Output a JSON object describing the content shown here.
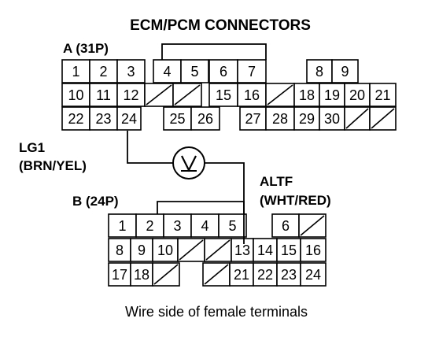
{
  "title": "ECM/PCM CONNECTORS",
  "caption": "Wire side of female terminals",
  "connector_a": {
    "label": "A (31P)",
    "rows": [
      [
        "1",
        "2",
        "3",
        "4",
        "5",
        "6",
        "7",
        "",
        "8",
        "9"
      ],
      [
        "10",
        "11",
        "12",
        "/",
        "/",
        "15",
        "16",
        "/",
        "18",
        "19",
        "20",
        "21"
      ],
      [
        "22",
        "23",
        "24",
        "",
        "25",
        "26",
        "",
        "27",
        "28",
        "29",
        "30",
        "/"
      ]
    ]
  },
  "connector_b": {
    "label": "B (24P)",
    "rows": [
      [
        "1",
        "2",
        "3",
        "4",
        "5",
        "",
        "6",
        "/"
      ],
      [
        "8",
        "9",
        "10",
        "/",
        "/",
        "13",
        "14",
        "15",
        "16"
      ],
      [
        "17",
        "18",
        "/",
        "",
        "/",
        "21",
        "22",
        "23",
        "24"
      ]
    ]
  },
  "wire_left": {
    "name": "LG1",
    "color": "(BRN/YEL)"
  },
  "wire_right": {
    "name": "ALTF",
    "color": "(WHT/RED)"
  },
  "meter": {
    "symbol": "V",
    "icon": "voltmeter-icon"
  }
}
